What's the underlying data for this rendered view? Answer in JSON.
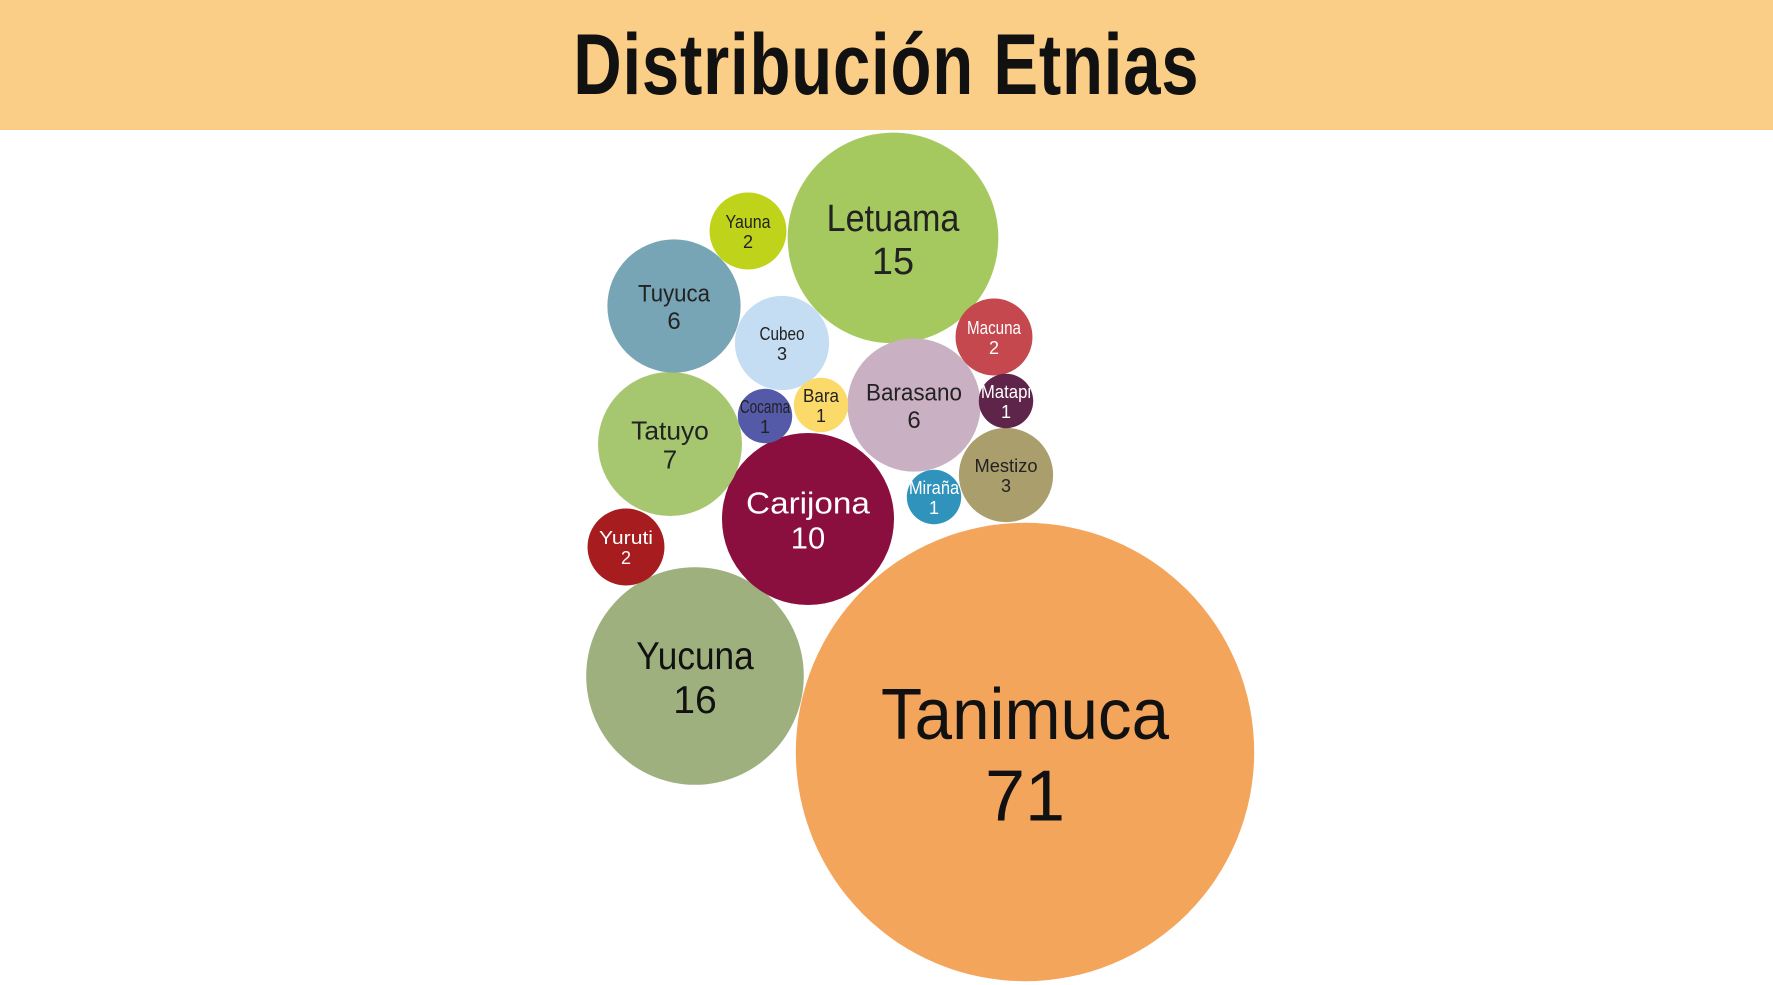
{
  "header": {
    "title": "Distribución Etnias",
    "background": "#FBCE87"
  },
  "chart_data": {
    "type": "bubble",
    "title": "Distribución Etnias",
    "series": [
      {
        "name": "Tanimuca",
        "value": 71,
        "color": "#F4A55C",
        "text": "#111111"
      },
      {
        "name": "Yucuna",
        "value": 16,
        "color": "#9EB07E",
        "text": "#111111"
      },
      {
        "name": "Letuama",
        "value": 15,
        "color": "#A5C95E",
        "text": "#222222"
      },
      {
        "name": "Carijona",
        "value": 10,
        "color": "#8A0F3E",
        "text": "#FFFFFF"
      },
      {
        "name": "Tatuyo",
        "value": 7,
        "color": "#A6C770",
        "text": "#222222"
      },
      {
        "name": "Tuyuca",
        "value": 6,
        "color": "#77A5B5",
        "text": "#222222"
      },
      {
        "name": "Barasano",
        "value": 6,
        "color": "#C9B0C2",
        "text": "#222222"
      },
      {
        "name": "Cubeo",
        "value": 3,
        "color": "#C4DDF2",
        "text": "#222222"
      },
      {
        "name": "Mestizo",
        "value": 3,
        "color": "#A99E6C",
        "text": "#222222"
      },
      {
        "name": "Yauna",
        "value": 2,
        "color": "#BFD31B",
        "text": "#222222"
      },
      {
        "name": "Macuna",
        "value": 2,
        "color": "#C4484D",
        "text": "#FFFFFF"
      },
      {
        "name": "Yuruti",
        "value": 2,
        "color": "#A71C1F",
        "text": "#FFFFFF"
      },
      {
        "name": "Cocama",
        "value": 1,
        "color": "#5459A8",
        "text": "#222222"
      },
      {
        "name": "Bara",
        "value": 1,
        "color": "#FCDA6A",
        "text": "#222222"
      },
      {
        "name": "Matapi",
        "value": 1,
        "color": "#5E2449",
        "text": "#FFFFFF"
      },
      {
        "name": "Miraña",
        "value": 1,
        "color": "#2F93BC",
        "text": "#FFFFFF"
      }
    ]
  }
}
